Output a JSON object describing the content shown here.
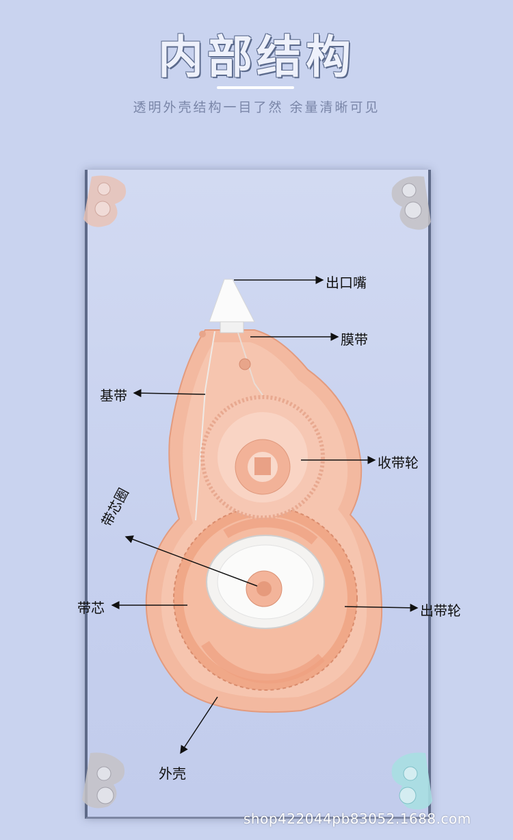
{
  "header": {
    "title": "内部结构",
    "subtitle": "透明外壳结构一目了然 余量清晰可见"
  },
  "labels": {
    "nozzle": "出口嘴",
    "film_tape": "膜带",
    "base_tape": "基带",
    "take_up_wheel": "收带轮",
    "core_ring": "带芯圈",
    "core": "带芯",
    "supply_wheel": "出带轮",
    "shell": "外壳"
  },
  "watermark": "shop422044pb83052.1688.com",
  "colors": {
    "background": "#c9d3ef",
    "shell": "#f2b8a0",
    "tape_white": "#f4f4f2"
  }
}
